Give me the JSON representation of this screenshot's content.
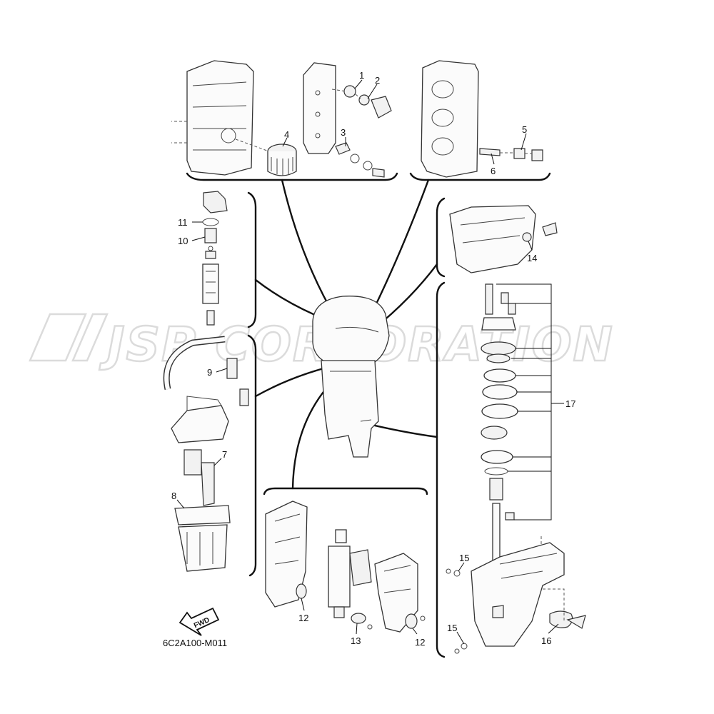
{
  "diagram": {
    "code": "6C2A100-M011",
    "fwd_label": "FWD",
    "watermark": "JSP CORPORATION",
    "callouts": [
      "1",
      "2",
      "3",
      "4",
      "5",
      "6",
      "7",
      "8",
      "9",
      "10",
      "11",
      "12",
      "12",
      "13",
      "14",
      "15",
      "15",
      "16",
      "17"
    ]
  }
}
